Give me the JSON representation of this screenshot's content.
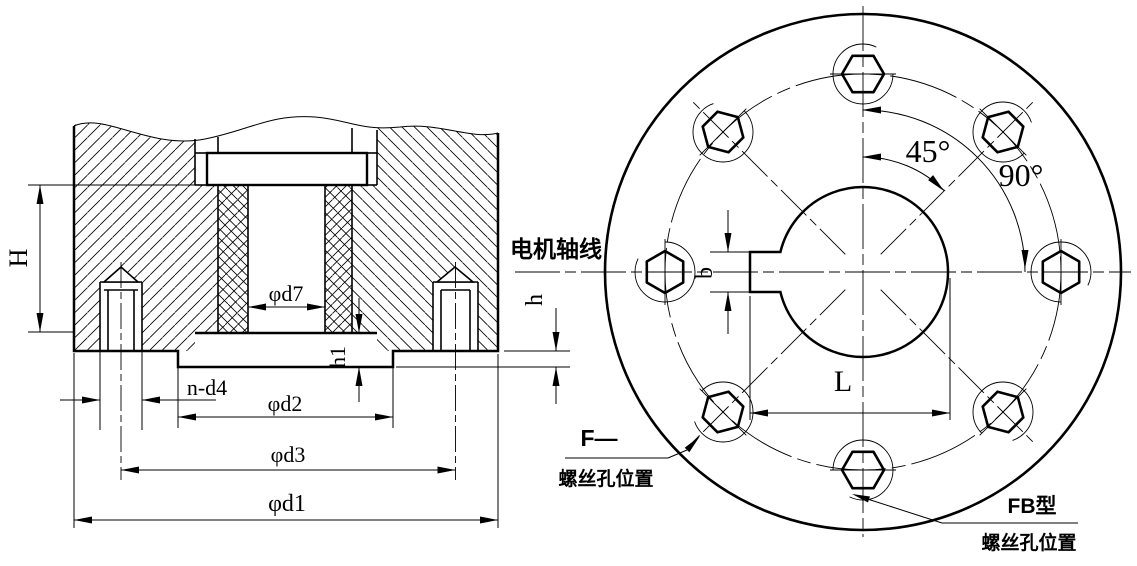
{
  "drawing": {
    "title": "flange-mounting-technical-drawing",
    "background_color": "#ffffff",
    "line_color": "#000000",
    "section_view": {
      "labels": {
        "H": "H",
        "h": "h",
        "h1": "h1",
        "d7": "φd7",
        "nd4": "n-d4",
        "d2": "φd2",
        "d3": "φd3",
        "d1": "φd1"
      }
    },
    "front_view": {
      "axis_label": "电机轴线",
      "angle_45": "45°",
      "angle_90": "90°",
      "dim_b": "b",
      "dim_L": "L",
      "bolt_hole_count": 8,
      "callout_f": {
        "title": "F—",
        "subtitle": "螺丝孔位置"
      },
      "callout_fb": {
        "title": "FB型",
        "subtitle": "螺丝孔位置"
      }
    }
  }
}
